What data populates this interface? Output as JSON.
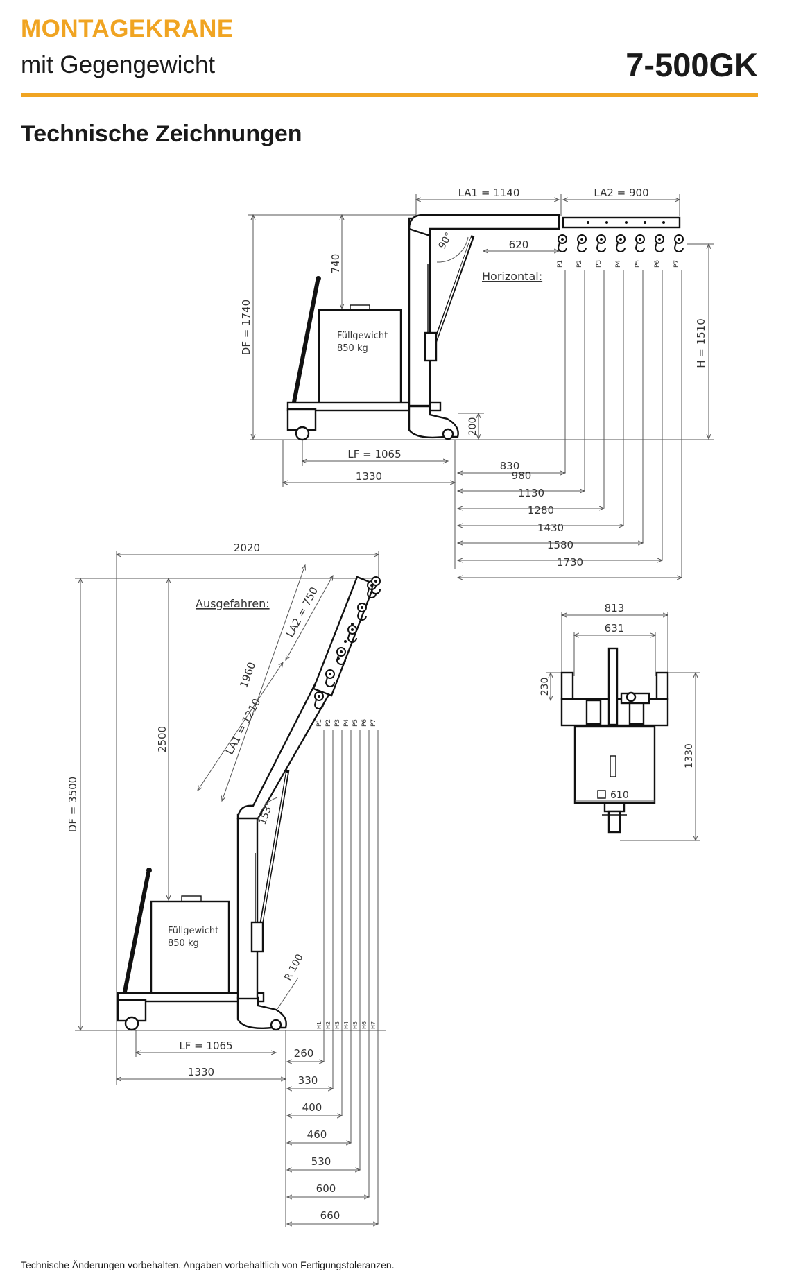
{
  "header": {
    "category": "MONTAGEKRANE",
    "subtitle": "mit Gegengewicht",
    "model": "7-500GK",
    "accent_color": "#f0a422"
  },
  "section_title": "Technische Zeichnungen",
  "footer": "Technische Änderungen vorbehalten. Angaben vorbehaltlich von Fertigungstoleranzen.",
  "horizontal_view": {
    "label": "Horizontal:",
    "la1": "LA1 = 1140",
    "la2": "LA2 = 900",
    "df": "DF = 1740",
    "h": "H = 1510",
    "d740": "740",
    "d620": "620",
    "angle": "90°",
    "d200": "200",
    "lf": "LF = 1065",
    "d1330": "1330",
    "weight_line1": "Füllgewicht",
    "weight_line2": "850 kg",
    "positions": [
      "P1",
      "P2",
      "P3",
      "P4",
      "P5",
      "P6",
      "P7"
    ],
    "reach": [
      "830",
      "980",
      "1130",
      "1280",
      "1430",
      "1580",
      "1730"
    ]
  },
  "extended_view": {
    "label": "Ausgefahren:",
    "d2020": "2020",
    "la2": "LA2 = 750",
    "d1960": "1960",
    "la1": "LA1 = 1210",
    "d2500": "2500",
    "df": "DF = 3500",
    "angle": "153°",
    "radius": "R 100",
    "weight_line1": "Füllgewicht",
    "weight_line2": "850 kg",
    "positions": [
      "P1",
      "P2",
      "P3",
      "P4",
      "P5",
      "P6",
      "P7"
    ],
    "heights": [
      "H1",
      "H2",
      "H3",
      "H4",
      "H5",
      "H6",
      "H7"
    ],
    "lf": "LF = 1065",
    "d1330": "1330",
    "reach": [
      "260",
      "330",
      "400",
      "460",
      "530",
      "600",
      "660"
    ]
  },
  "top_view": {
    "d813": "813",
    "d631": "631",
    "d230": "230",
    "d1330": "1330",
    "d610": "610"
  }
}
